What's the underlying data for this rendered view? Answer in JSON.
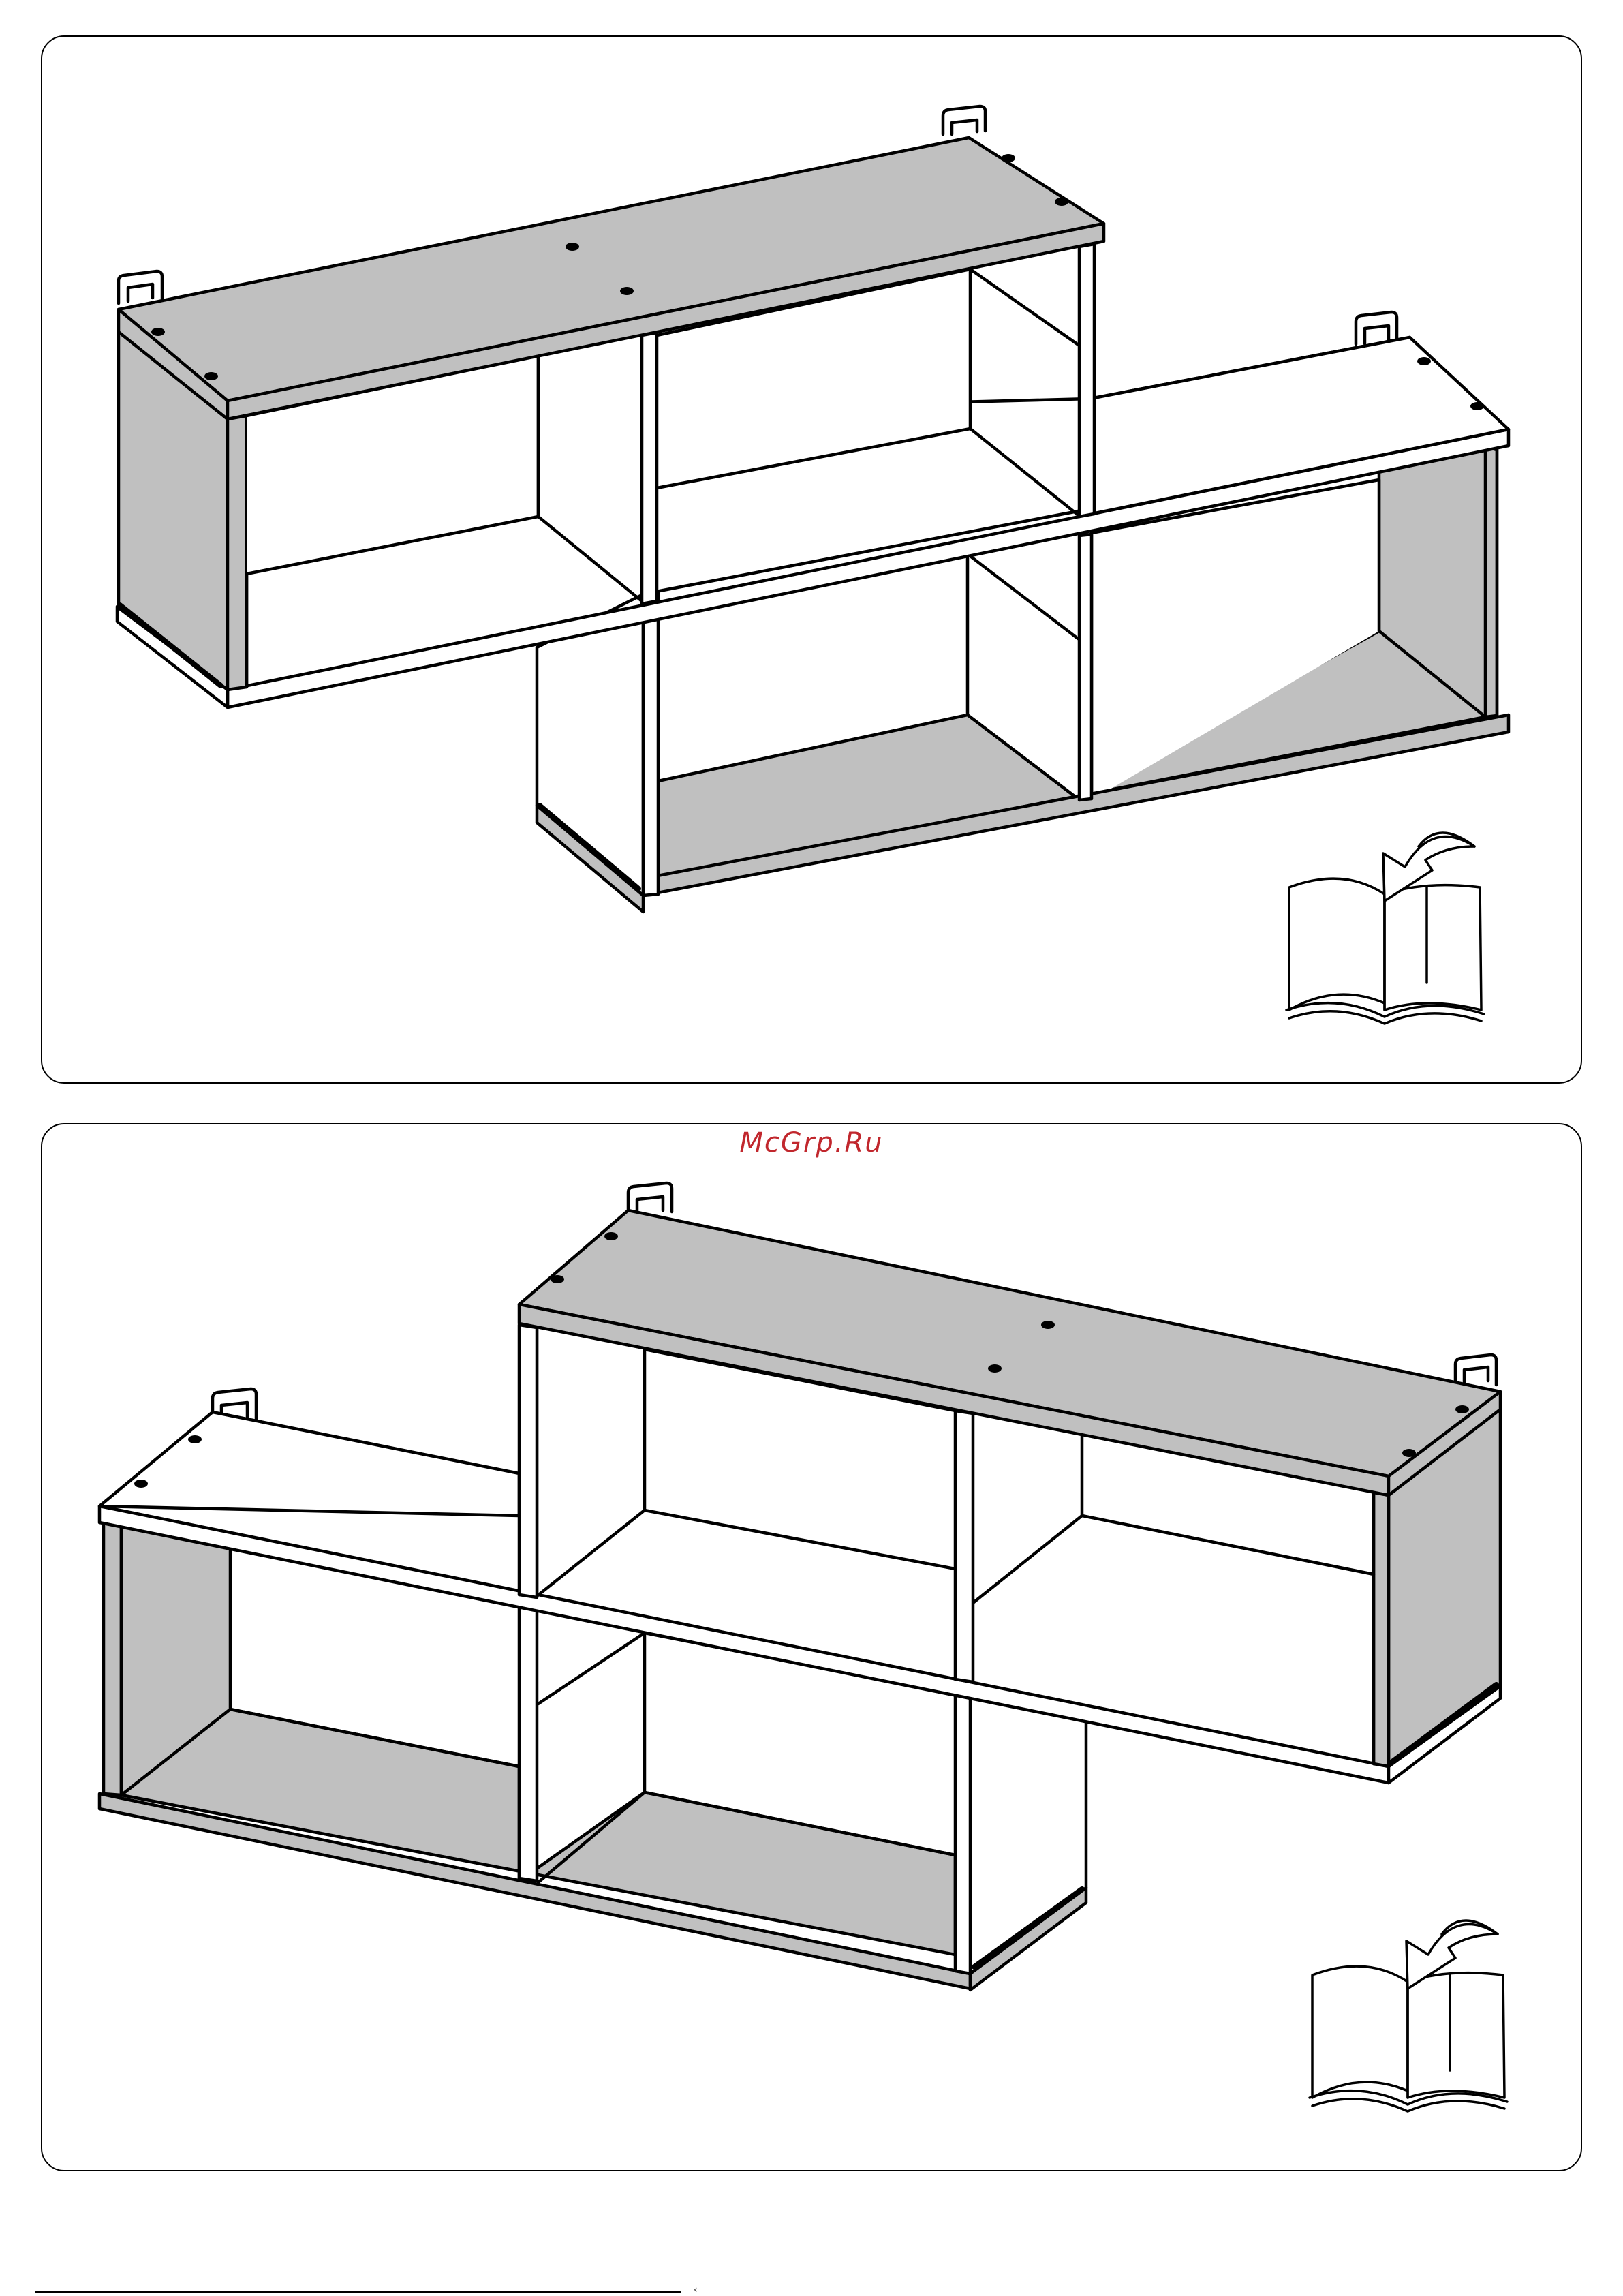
{
  "watermark": {
    "text": "McGrp.Ru",
    "color": "#c1272d"
  },
  "colors": {
    "panel_fill": "#c0c0c0",
    "line": "#000000",
    "background": "#ffffff"
  },
  "figures": [
    {
      "id": "fig-1",
      "icon": "open-book-page-turn-icon"
    },
    {
      "id": "fig-2",
      "icon": "open-book-page-turn-icon"
    }
  ],
  "footer": {
    "mark": "‹"
  }
}
